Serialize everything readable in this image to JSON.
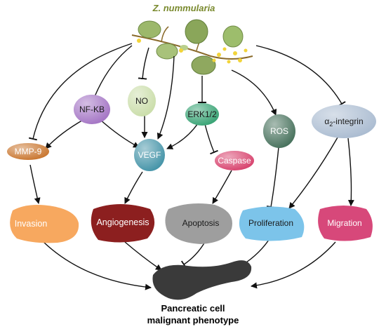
{
  "plant": {
    "name": "Z. nummularia",
    "icon": "plant-leaves-icon"
  },
  "nodes": {
    "nfkb": "NF-KB",
    "no": "NO",
    "erk": "ERK1/2",
    "ros": "ROS",
    "integrin_prefix": "α",
    "integrin_sub": "2",
    "integrin_suffix": "-integrin",
    "mmp9": "MMP-9",
    "vegf": "VEGF",
    "caspase": "Caspase"
  },
  "outcomes": {
    "invasion": "Invasion",
    "angiogenesis": "Angiogenesis",
    "apoptosis": "Apoptosis",
    "proliferation": "Proliferation",
    "migration": "Migration"
  },
  "caption": {
    "line1": "Pancreatic cell",
    "line2": "malignant phenotype"
  },
  "colors": {
    "nfkb": "#a06fc2",
    "no": "#c8dca6",
    "erk": "#2f9f6e",
    "ros": "#3f6b55",
    "integrin": "#a7b9cf",
    "mmp9": "#c77026",
    "vegf": "#3c8fa4",
    "caspase": "#d63a67",
    "invasion": "#f7a85f",
    "angiogenesis": "#8c1f1f",
    "apoptosis": "#9e9e9e",
    "proliferation": "#7cc4ea",
    "migration": "#d7487a",
    "pancreas": "#3a3a3a"
  }
}
